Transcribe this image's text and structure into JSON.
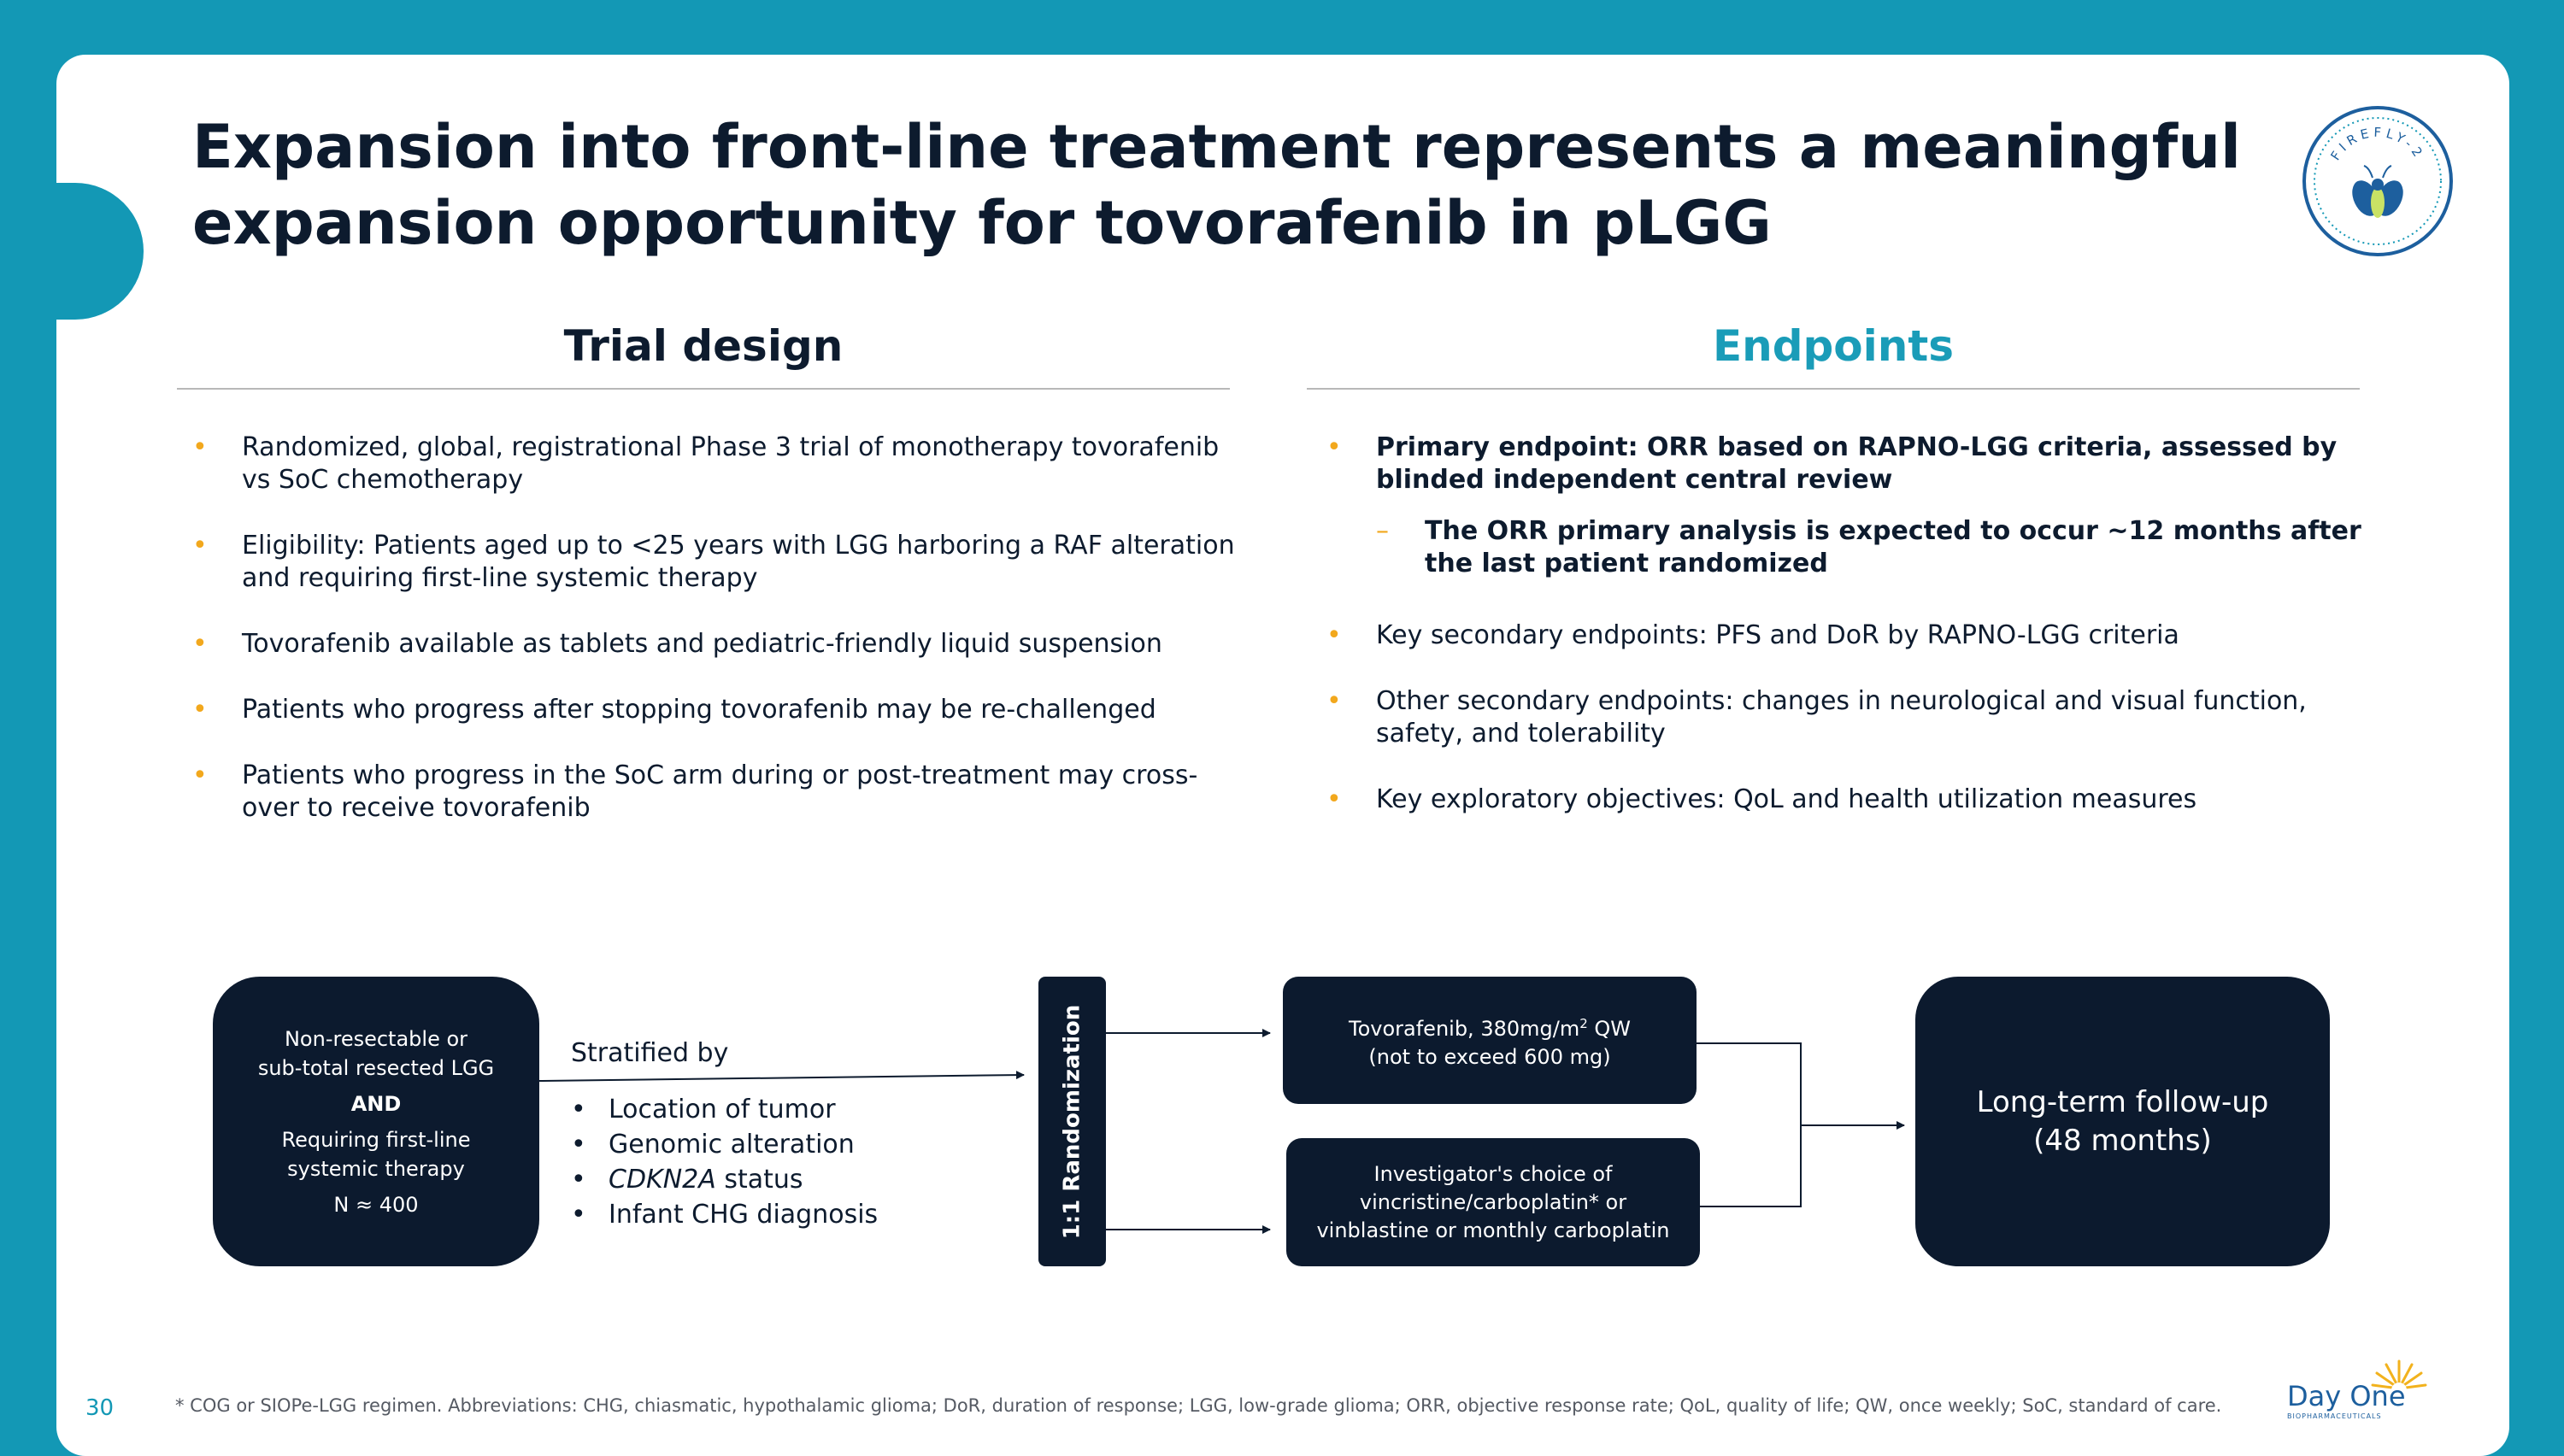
{
  "title": {
    "line1": "Expansion into front-line treatment represents a meaningful",
    "line2": "expansion opportunity for tovorafenib in pLGG"
  },
  "logo": {
    "text": "FIREFLY-2",
    "icon": "firefly-icon"
  },
  "trial_design": {
    "heading": "Trial design",
    "bullets": [
      "Randomized, global, registrational Phase 3 trial of monotherapy tovorafenib vs SoC chemotherapy",
      "Eligibility: Patients aged up to <25 years with LGG harboring a RAF alteration and requiring first-line systemic therapy",
      "Tovorafenib available as tablets and pediatric-friendly liquid suspension",
      "Patients who progress after stopping tovorafenib may be re-challenged",
      "Patients who progress in the SoC arm during or post-treatment may cross-over to receive tovorafenib"
    ]
  },
  "endpoints": {
    "heading": "Endpoints",
    "primary": "Primary endpoint: ORR based on RAPNO-LGG criteria, assessed by blinded independent central review",
    "primary_sub": "The ORR primary analysis is expected to occur ~12 months after the last patient randomized",
    "bullets": [
      "Key secondary endpoints: PFS and DoR by RAPNO-LGG criteria",
      "Other secondary endpoints: changes in neurological and visual function, safety, and tolerability",
      "Key exploratory objectives: QoL and health utilization measures"
    ]
  },
  "diagram": {
    "population": {
      "line1": "Non-resectable or",
      "line2": "sub-total resected LGG",
      "and": "AND",
      "line3": "Requiring first-line",
      "line4": "systemic therapy",
      "n": "N ≈ 400"
    },
    "stratified_label": "Stratified by",
    "strata": [
      "Location of tumor",
      "Genomic alteration",
      "status",
      "Infant CHG diagnosis"
    ],
    "strata_italic": "CDKN2A",
    "randomization": "1:1 Randomization",
    "arm1": {
      "line1_a": "Tovorafenib, 380mg/m",
      "sup": "2",
      "line1_b": " QW",
      "line2": "(not to exceed 600 mg)"
    },
    "arm2": {
      "line1": "Investigator's choice of",
      "line2": "vincristine/carboplatin* or",
      "line3": "vinblastine or monthly carboplatin"
    },
    "followup": {
      "line1": "Long-term follow-up",
      "line2": "(48 months)"
    }
  },
  "footer": {
    "page": "30",
    "footnote": "* COG or SIOPe-LGG regimen. Abbreviations: CHG, chiasmatic, hypothalamic glioma; DoR, duration of response; LGG, low-grade glioma; ORR, objective response rate; QoL, quality of life; QW, once weekly; SoC, standard of care.",
    "brand": "Day One",
    "brand_sub": "BIOPHARMACEUTICALS"
  },
  "colors": {
    "teal": "#1398b5",
    "navy": "#0c1a2e",
    "bullet": "#f2a81d",
    "endpoints_heading": "#1a9cb8"
  }
}
